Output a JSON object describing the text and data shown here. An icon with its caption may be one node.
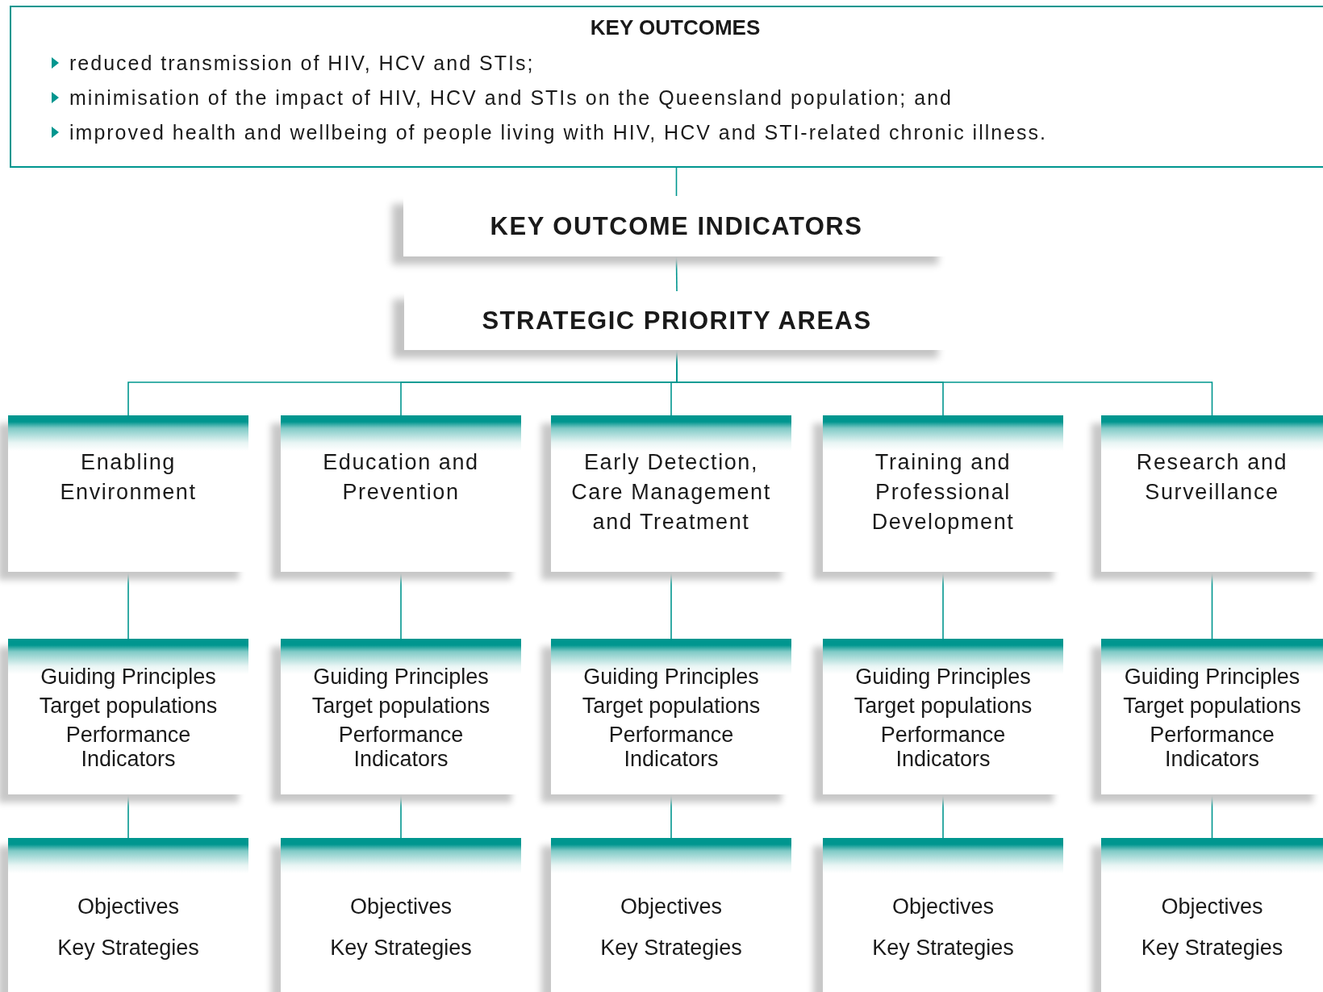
{
  "diagram": {
    "nodes": [
      {
        "text": [
          "KEY OUTCOMES",
          "reduced transmission of HIV, HCV and STIs;",
          "minimisation of the impact of HIV, HCV and STIs on the Queensland  population; and",
          "improved health and wellbeing of people living with HIV, HCV and STI-related chronic illness."
        ]
      },
      {
        "text": [
          "KEY OUTCOME INDICATORS"
        ]
      },
      {
        "text": [
          "STRATEGIC PRIORITY AREAS"
        ]
      },
      {
        "text": [
          "Enabling Environment"
        ]
      },
      {
        "text": [
          "Education and Prevention"
        ]
      },
      {
        "text": [
          "Early Detection, Care Management and Treatment"
        ]
      },
      {
        "text": [
          "Training and Professional Development"
        ]
      },
      {
        "text": [
          "Research and Surveillance"
        ]
      },
      {
        "text": [
          "Guiding Principles",
          "Target populations",
          "Performance Indicators"
        ]
      },
      {
        "text": [
          "Guiding Principles",
          "Target populations",
          "Performance Indicators"
        ]
      },
      {
        "text": [
          "Guiding Principles",
          "Target populations",
          "Performance Indicators"
        ]
      },
      {
        "text": [
          "Guiding Principles",
          "Target populations",
          "Performance Indicators"
        ]
      },
      {
        "text": [
          "Guiding Principles",
          "Target populations",
          "Performance Indicators"
        ]
      },
      {
        "text": [
          "Objectives",
          "Key Strategies"
        ]
      },
      {
        "text": [
          "Objectives",
          "Key Strategies"
        ]
      },
      {
        "text": [
          "Objectives",
          "Key Strategies"
        ]
      },
      {
        "text": [
          "Objectives",
          "Key Strategies"
        ]
      },
      {
        "text": [
          "Objectives",
          "Key Strategies"
        ]
      }
    ],
    "edges": [
      {
        "from": 0,
        "to": 1,
        "arrow": "none"
      },
      {
        "from": 1,
        "to": 2,
        "arrow": "none"
      },
      {
        "from": 2,
        "to": 3,
        "arrow": "none"
      },
      {
        "from": 2,
        "to": 4,
        "arrow": "none"
      },
      {
        "from": 2,
        "to": 5,
        "arrow": "none"
      },
      {
        "from": 2,
        "to": 6,
        "arrow": "none"
      },
      {
        "from": 2,
        "to": 7,
        "arrow": "none"
      },
      {
        "from": 3,
        "to": 8,
        "arrow": "none"
      },
      {
        "from": 4,
        "to": 9,
        "arrow": "none"
      },
      {
        "from": 5,
        "to": 10,
        "arrow": "none"
      },
      {
        "from": 6,
        "to": 11,
        "arrow": "none"
      },
      {
        "from": 7,
        "to": 12,
        "arrow": "none"
      },
      {
        "from": 8,
        "to": 13,
        "arrow": "none"
      },
      {
        "from": 9,
        "to": 14,
        "arrow": "none"
      },
      {
        "from": 10,
        "to": 15,
        "arrow": "none"
      },
      {
        "from": 11,
        "to": 16,
        "arrow": "none"
      },
      {
        "from": 12,
        "to": 17,
        "arrow": "none"
      }
    ]
  }
}
